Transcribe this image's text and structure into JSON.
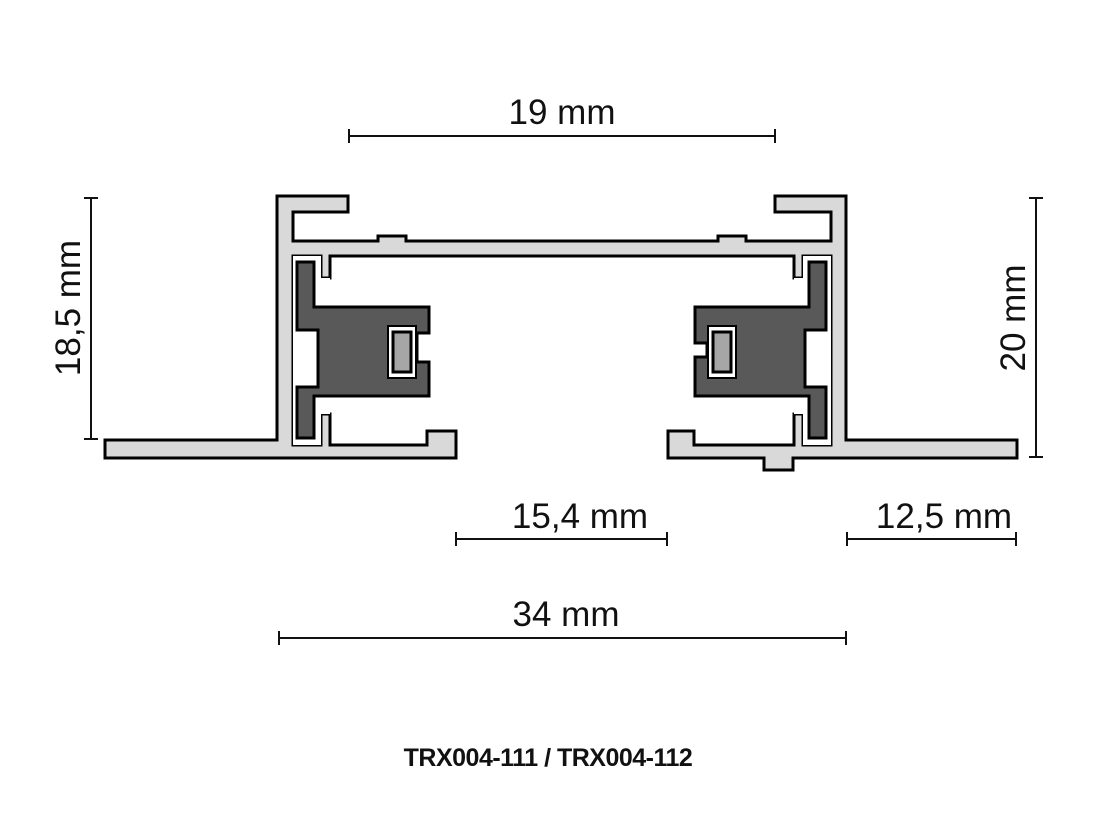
{
  "drawing": {
    "title": "TRX004-111 / TRX004-112",
    "dimensions": {
      "top_width": "19 mm",
      "left_height": "18,5 mm",
      "right_height": "20 mm",
      "opening_width": "15,4 mm",
      "flange_width": "12,5 mm",
      "overall_width": "34 mm"
    },
    "colors": {
      "profile_fill": "#d9d9d9",
      "insert_fill": "#595959",
      "contact_fill": "#a6a6a6",
      "outline": "#000000",
      "dimension_line": "#111111"
    }
  }
}
